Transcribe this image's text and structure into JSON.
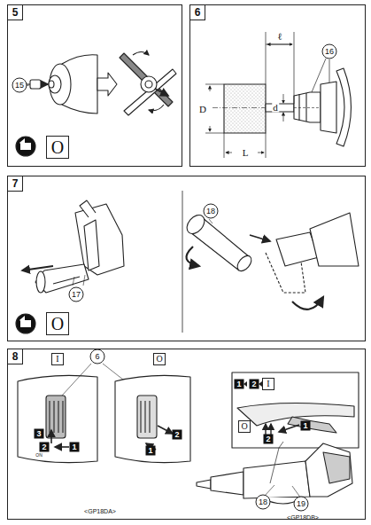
{
  "diagram": {
    "nodes": [
      {
        "text": [
          "5"
        ]
      },
      {
        "text": [
          "6"
        ]
      },
      {
        "text": [
          "7"
        ]
      },
      {
        "text": [
          "8"
        ]
      }
    ],
    "labels": [
      "15",
      "O",
      "16",
      "ℓ",
      "D",
      "d",
      "L",
      "17",
      "O",
      "18",
      "I",
      "6",
      "O",
      "3",
      "2",
      "1",
      "ON",
      "2",
      "1",
      "<GP18DA>",
      "1",
      "2",
      "I",
      "O",
      "2",
      "1",
      "18",
      "19",
      "<GP18DB>"
    ]
  }
}
